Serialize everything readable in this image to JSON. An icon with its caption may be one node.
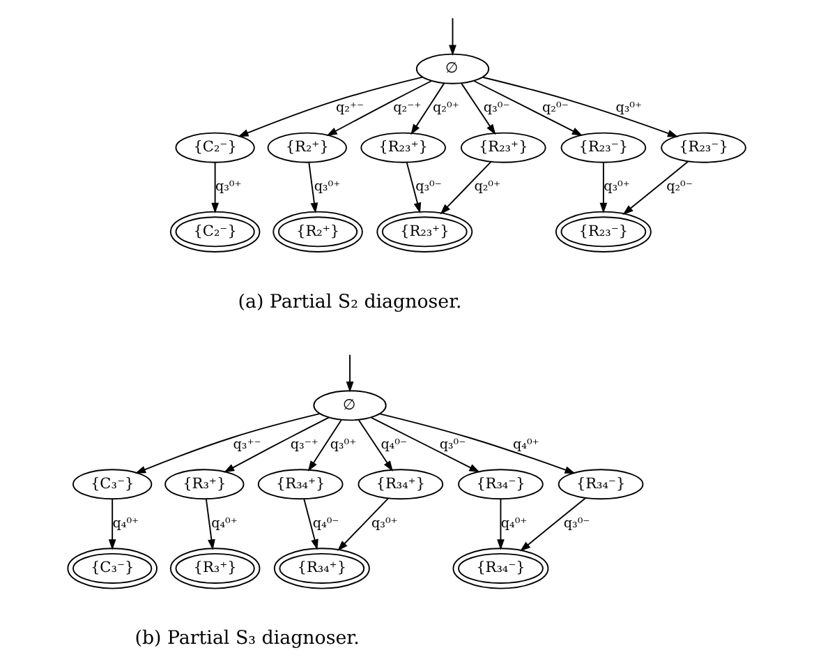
{
  "diagram": {
    "nodes": [
      {
        "text": [
          "∅"
        ]
      },
      {
        "text": [
          "{C₂⁻}"
        ]
      },
      {
        "text": [
          "{R₂⁺}"
        ]
      },
      {
        "text": [
          "{R₂₃⁺}"
        ]
      },
      {
        "text": [
          "{R₂₃⁺}"
        ]
      },
      {
        "text": [
          "{R₂₃⁻}"
        ]
      },
      {
        "text": [
          "{R₂₃⁻}"
        ]
      },
      {
        "text": [
          "{C₂⁻}"
        ]
      },
      {
        "text": [
          "{R₂⁺}"
        ]
      },
      {
        "text": [
          "{R₂₃⁺}"
        ]
      },
      {
        "text": [
          "{R₂₃⁻}"
        ]
      },
      {
        "text": [
          "∅"
        ]
      },
      {
        "text": [
          "{C₃⁻}"
        ]
      },
      {
        "text": [
          "{R₃⁺}"
        ]
      },
      {
        "text": [
          "{R₃₄⁺}"
        ]
      },
      {
        "text": [
          "{R₃₄⁺}"
        ]
      },
      {
        "text": [
          "{R₃₄⁻}"
        ]
      },
      {
        "text": [
          "{R₃₄⁻}"
        ]
      },
      {
        "text": [
          "{C₃⁻}"
        ]
      },
      {
        "text": [
          "{R₃⁺}"
        ]
      },
      {
        "text": [
          "{R₃₄⁺}"
        ]
      },
      {
        "text": [
          "{R₃₄⁻}"
        ]
      }
    ],
    "edges": [
      {
        "from": null,
        "to": 0,
        "arrow": "to"
      },
      {
        "from": 0,
        "to": 1,
        "arrow": "to",
        "label": "q₂⁺⁻"
      },
      {
        "from": 0,
        "to": 2,
        "arrow": "to",
        "label": "q₂⁻⁺"
      },
      {
        "from": 0,
        "to": 3,
        "arrow": "to",
        "label": "q₂⁰⁺"
      },
      {
        "from": 0,
        "to": 4,
        "arrow": "to",
        "label": "q₃⁰⁻"
      },
      {
        "from": 0,
        "to": 5,
        "arrow": "to",
        "label": "q₂⁰⁻"
      },
      {
        "from": 0,
        "to": 6,
        "arrow": "to",
        "label": "q₃⁰⁺"
      },
      {
        "from": 1,
        "to": 7,
        "arrow": "to",
        "label": "q₃⁰⁺"
      },
      {
        "from": 2,
        "to": 8,
        "arrow": "to",
        "label": "q₃⁰⁺"
      },
      {
        "from": 3,
        "to": 9,
        "arrow": "to",
        "label": "q₃⁰⁻"
      },
      {
        "from": 4,
        "to": 9,
        "arrow": "to",
        "label": "q₂⁰⁺"
      },
      {
        "from": 5,
        "to": 10,
        "arrow": "to",
        "label": "q₃⁰⁺"
      },
      {
        "from": 6,
        "to": 10,
        "arrow": "to",
        "label": "q₂⁰⁻"
      },
      {
        "from": null,
        "to": 11,
        "arrow": "to"
      },
      {
        "from": 11,
        "to": 12,
        "arrow": "to",
        "label": "q₃⁺⁻"
      },
      {
        "from": 11,
        "to": 13,
        "arrow": "to",
        "label": "q₃⁻⁺"
      },
      {
        "from": 11,
        "to": 14,
        "arrow": "to",
        "label": "q₃⁰⁺"
      },
      {
        "from": 11,
        "to": 15,
        "arrow": "to",
        "label": "q₄⁰⁻"
      },
      {
        "from": 11,
        "to": 16,
        "arrow": "to",
        "label": "q₃⁰⁻"
      },
      {
        "from": 11,
        "to": 17,
        "arrow": "to",
        "label": "q₄⁰⁺"
      },
      {
        "from": 12,
        "to": 18,
        "arrow": "to",
        "label": "q₄⁰⁺"
      },
      {
        "from": 13,
        "to": 19,
        "arrow": "to",
        "label": "q₄⁰⁺"
      },
      {
        "from": 14,
        "to": 20,
        "arrow": "to",
        "label": "q₄⁰⁻"
      },
      {
        "from": 15,
        "to": 20,
        "arrow": "to",
        "label": "q₃⁰⁺"
      },
      {
        "from": 16,
        "to": 21,
        "arrow": "to",
        "label": "q₄⁰⁺"
      },
      {
        "from": 17,
        "to": 21,
        "arrow": "to",
        "label": "q₃⁰⁻"
      }
    ],
    "labels": [
      "(a) Partial S₂ diagnoser.",
      "(b) Partial S₃ diagnoser."
    ]
  }
}
